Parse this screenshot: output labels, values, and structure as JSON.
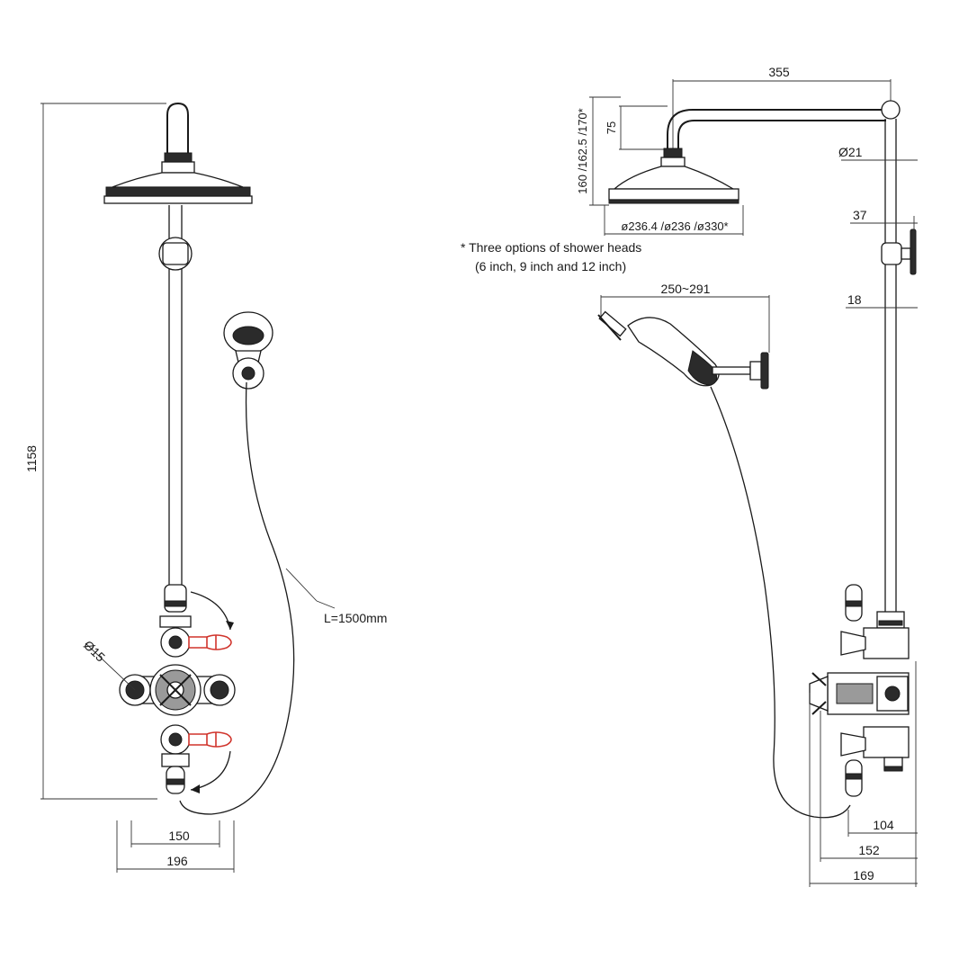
{
  "dimensions": {
    "height_total": "1158",
    "spacing_150": "150",
    "width_196": "196",
    "diameter_15": "Ø15",
    "hose_length": "L=1500mm",
    "arm_355": "355",
    "offset_75": "75",
    "head_heights": "160 /162.5 /170*",
    "head_diameters": "ø236.4 /ø236 /ø330*",
    "pipe_d21": "Ø21",
    "bracket_37": "37",
    "bracket_18": "18",
    "handset_reach": "250~291",
    "depth_104": "104",
    "depth_152": "152",
    "depth_169": "169"
  },
  "notes": {
    "line1": "* Three options of shower heads",
    "line2": "(6 inch, 9 inch and 12 inch)"
  },
  "colors": {
    "line": "#1a1a1a",
    "handle_accent": "#d0342c"
  }
}
